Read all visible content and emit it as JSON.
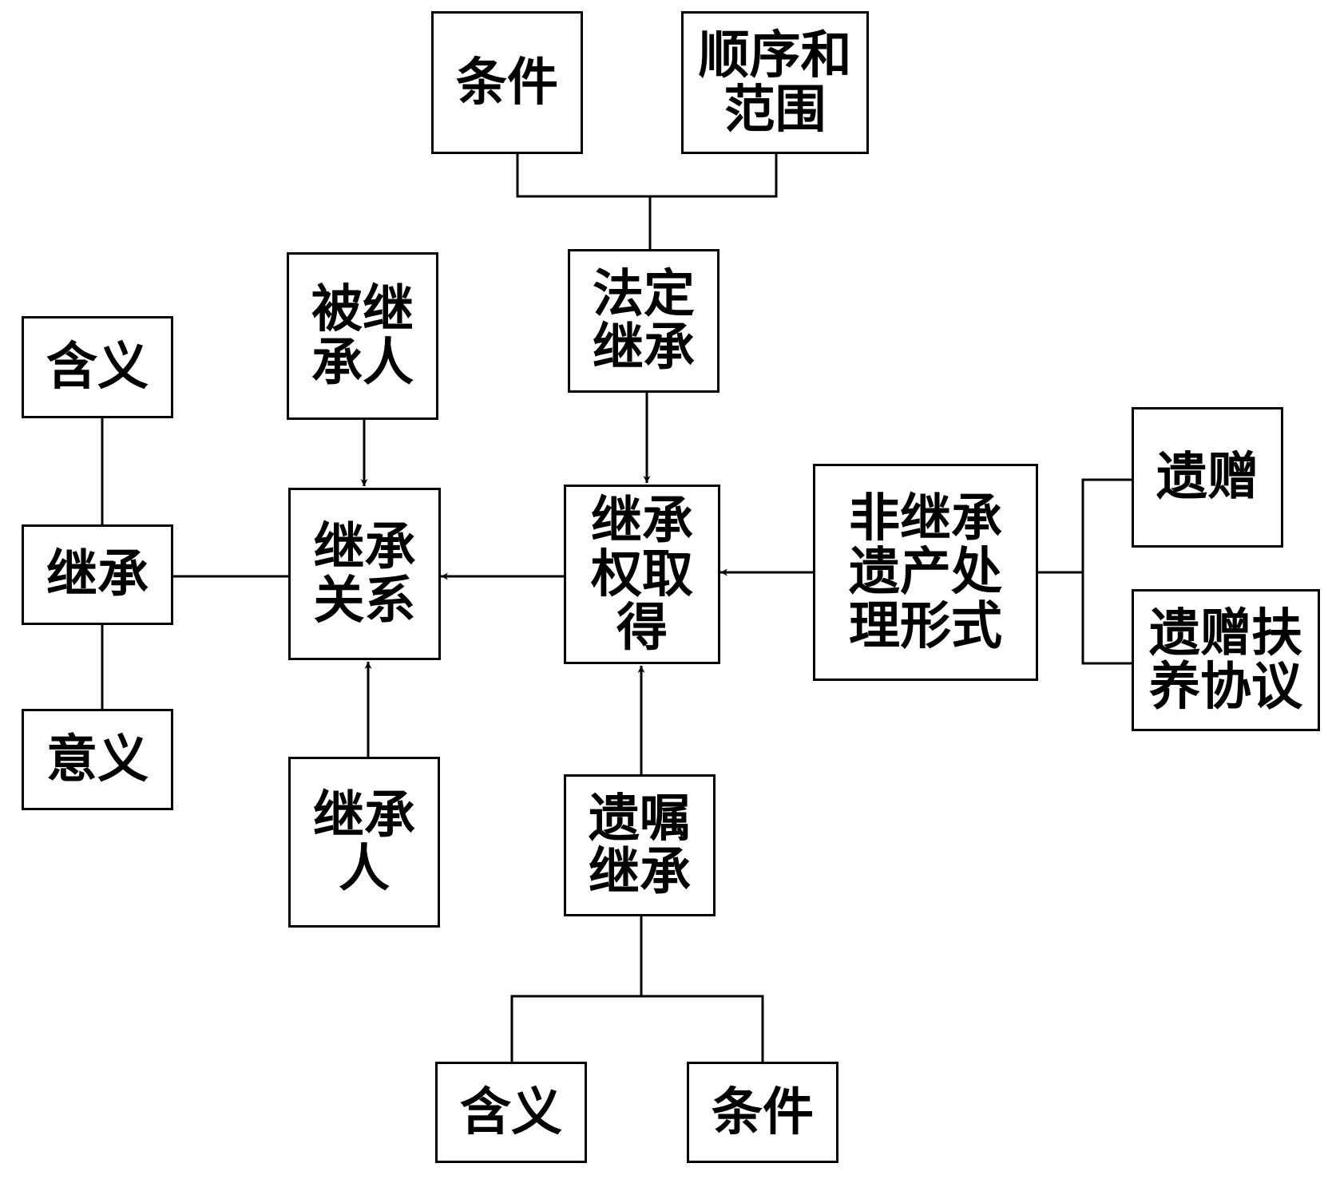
{
  "nodes": {
    "tiaojian_top": "条件",
    "shunxu": "顺序和范围",
    "beijicheng": "被继承人",
    "fading": "法定继承",
    "hanyi_left": "含义",
    "jicheng": "继承",
    "yiyi": "意义",
    "guanxi": "继承关系",
    "quande": "继承权取得",
    "feijicheng": "非继承遗产处理形式",
    "yizeng": "遗赠",
    "fuyang": "遗赠扶养协议",
    "jichengren": "继承人",
    "yizhu": "遗嘱继承",
    "hanyi_bottom": "含义",
    "tiaojian_bottom": "条件"
  },
  "colors": {
    "line": "#000000",
    "box_border": "#000000",
    "background": "#ffffff"
  }
}
